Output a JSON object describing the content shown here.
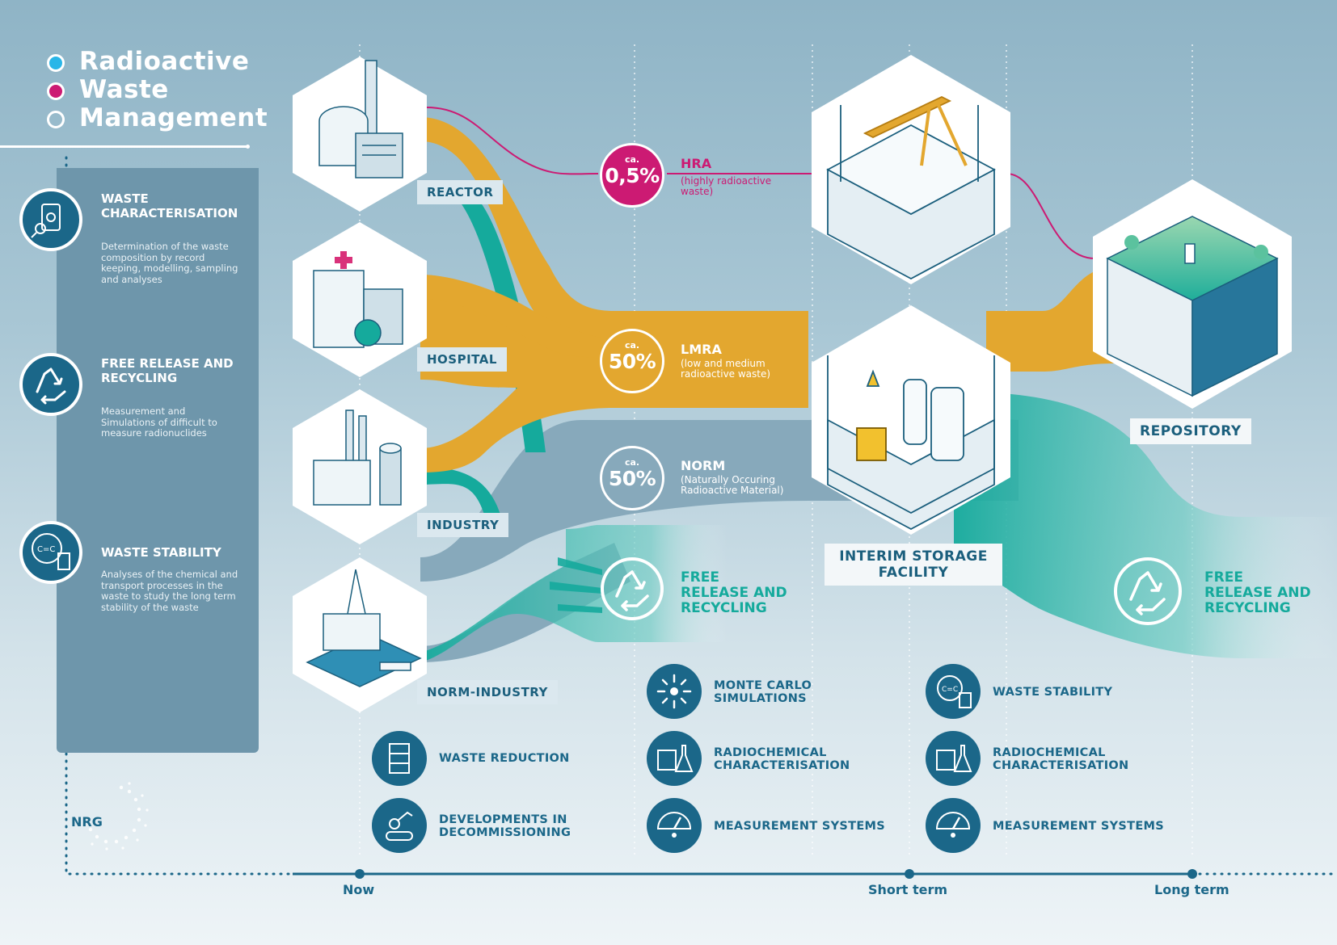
{
  "title": {
    "line1": "Radioactive",
    "line2": "Waste",
    "line3": "Management"
  },
  "colors": {
    "hra": "#cc1a73",
    "lmra": "#e3a72f",
    "norm": "#8caebf",
    "teal": "#15aa9c",
    "dark_blue": "#1b6789",
    "panel": "#6e96ab"
  },
  "sidebar": [
    {
      "heading": [
        "WASTE",
        "CHARACTERISATION"
      ],
      "text": [
        "Determination of the waste",
        "composition by record",
        "keeping, modelling, sampling",
        "and analyses"
      ],
      "icon": "barrel-magnifier-icon"
    },
    {
      "heading": [
        "FREE RELEASE AND",
        "RECYCLING"
      ],
      "text": [
        "Measurement and",
        "Simulations of difficult to",
        "measure radionuclides"
      ],
      "icon": "recycle-icon"
    },
    {
      "heading": [
        "WASTE STABILITY"
      ],
      "text": [
        "Analyses of the chemical and",
        "transport processes in the",
        "waste to study the long term",
        "stability of the waste"
      ],
      "icon": "molecule-barrel-icon"
    }
  ],
  "sources": [
    {
      "label": "REACTOR",
      "icon": "reactor-icon"
    },
    {
      "label": "HOSPITAL",
      "icon": "hospital-icon"
    },
    {
      "label": "INDUSTRY",
      "icon": "factory-icon"
    },
    {
      "label": "NORM-INDUSTRY",
      "icon": "oil-platform-icon"
    }
  ],
  "categories": [
    {
      "ca": "ca.",
      "value": "0,5%",
      "name": "HRA",
      "desc": [
        "(highly radioactive",
        "waste)"
      ]
    },
    {
      "ca": "ca.",
      "value": "50%",
      "name": "LMRA",
      "desc": [
        "(low and medium",
        "radioactive waste)"
      ]
    },
    {
      "ca": "ca.",
      "value": "50%",
      "name": "NORM",
      "desc": [
        "(Naturally Occuring",
        "Radioactive Material)"
      ]
    }
  ],
  "free_release": {
    "lines": [
      "FREE",
      "RELEASE AND",
      "RECYCLING"
    ]
  },
  "facilities": {
    "interim": {
      "lines": [
        "INTERIM STORAGE",
        "FACILITY"
      ]
    },
    "repository": {
      "label": "REPOSITORY"
    }
  },
  "tools": {
    "now": [
      {
        "lines": [
          "WASTE REDUCTION"
        ],
        "icon": "compactor-icon"
      },
      {
        "lines": [
          "DEVELOPMENTS IN",
          "DECOMMISSIONING"
        ],
        "icon": "robot-icon"
      }
    ],
    "mid": [
      {
        "lines": [
          "MONTE CARLO",
          "SIMULATIONS"
        ],
        "icon": "radiation-arrows-icon"
      },
      {
        "lines": [
          "RADIOCHEMICAL",
          "CHARACTERISATION"
        ],
        "icon": "lab-flask-icon"
      },
      {
        "lines": [
          "MEASUREMENT SYSTEMS"
        ],
        "icon": "gauge-icon"
      }
    ],
    "short": [
      {
        "lines": [
          "WASTE STABILITY"
        ],
        "icon": "molecule-barrel-icon"
      },
      {
        "lines": [
          "RADIOCHEMICAL",
          "CHARACTERISATION"
        ],
        "icon": "lab-flask-icon"
      },
      {
        "lines": [
          "MEASUREMENT SYSTEMS"
        ],
        "icon": "gauge-icon"
      }
    ]
  },
  "timeline": {
    "labels": [
      "Now",
      "Short term",
      "Long term"
    ]
  },
  "logo": {
    "text": "NRG"
  }
}
